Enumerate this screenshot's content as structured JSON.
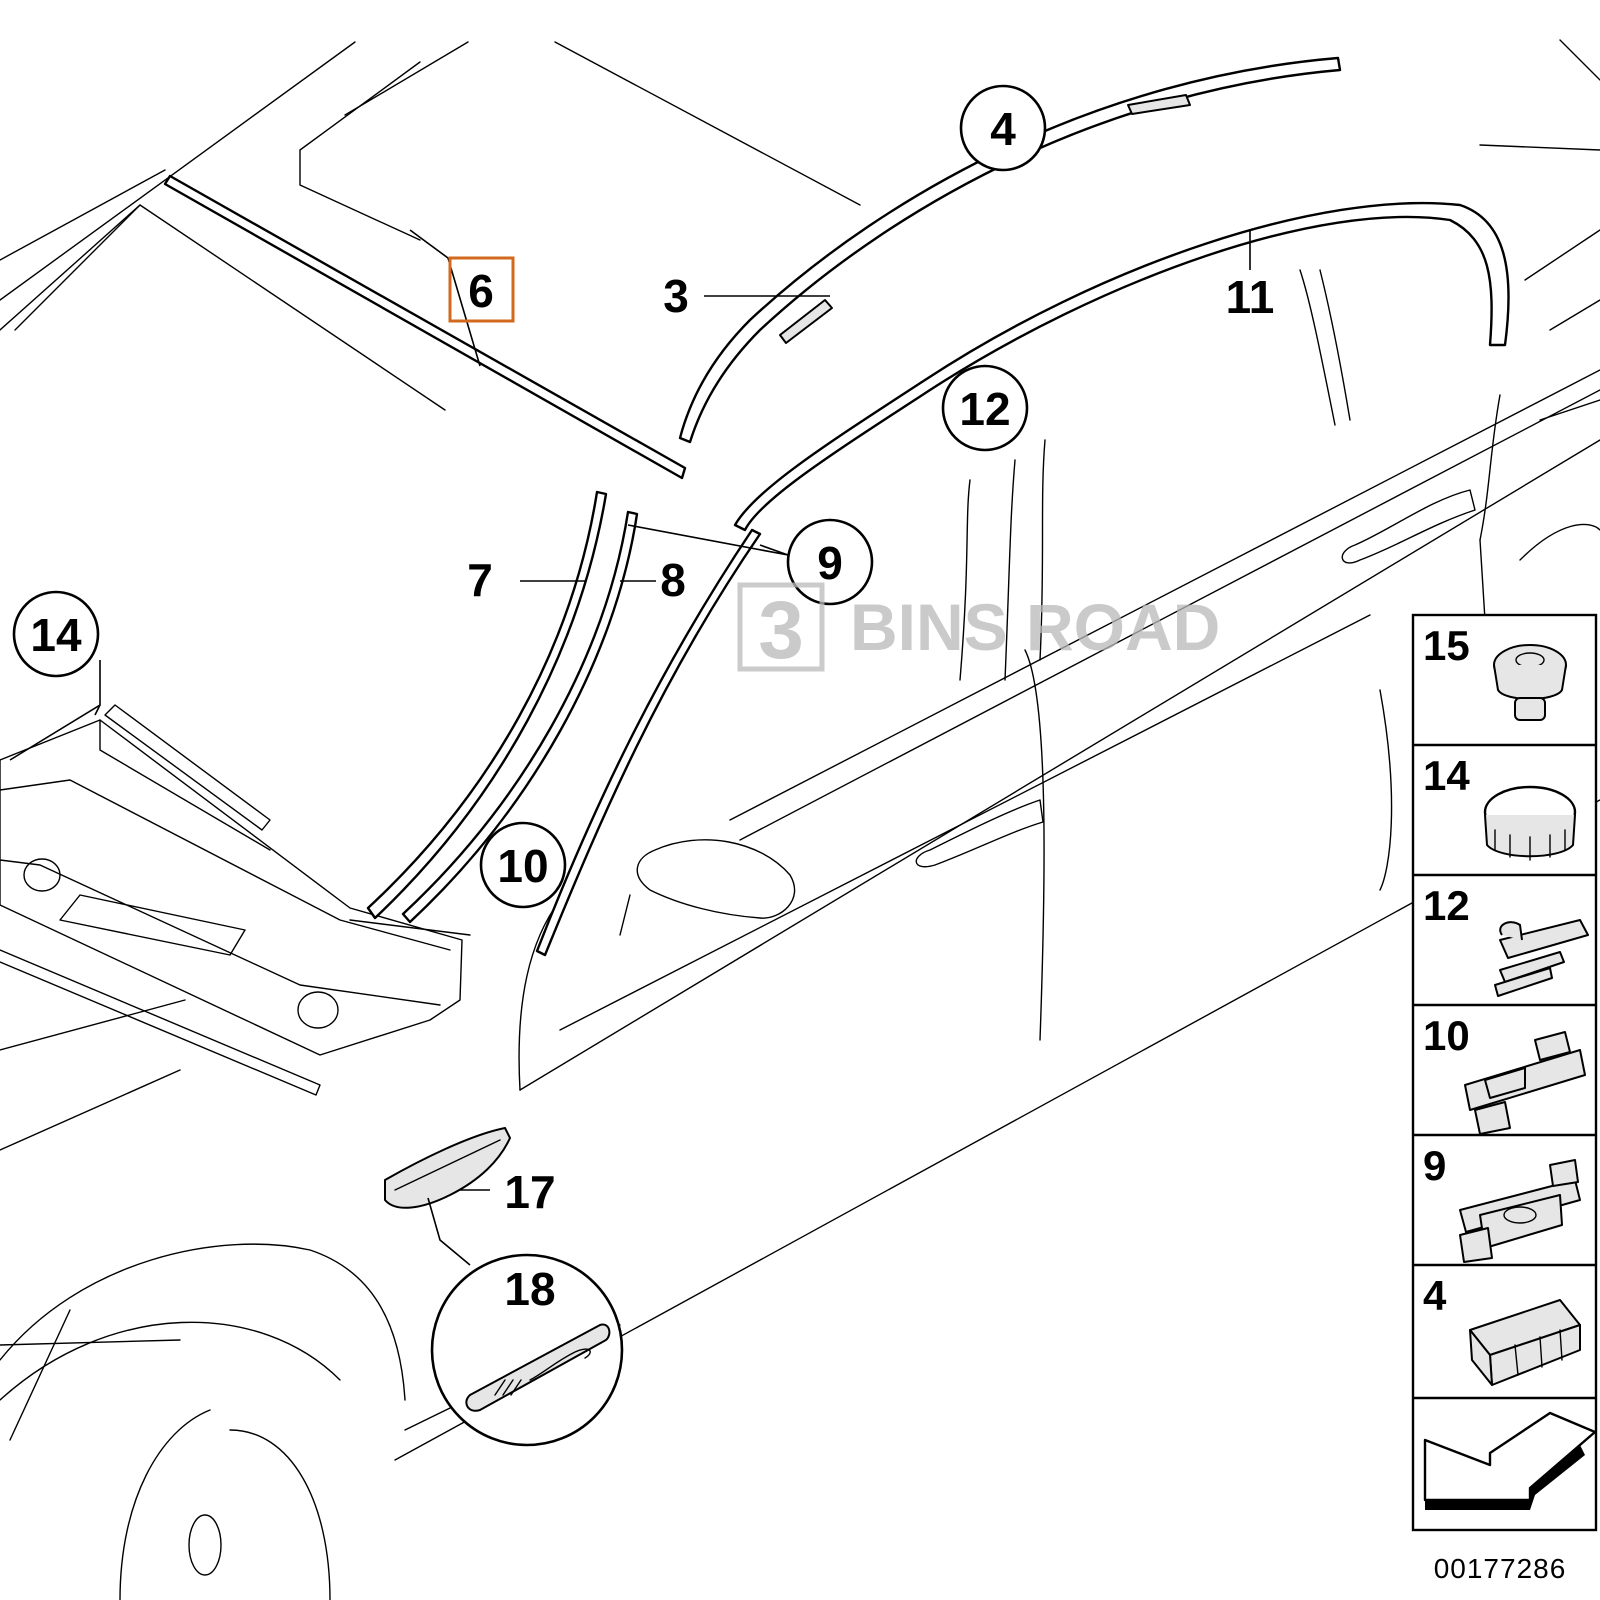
{
  "callouts": {
    "c3": "3",
    "c4": "4",
    "c6": "6",
    "c7": "7",
    "c8": "8",
    "c9": "9",
    "c10": "10",
    "c11": "11",
    "c12": "12",
    "c14": "14",
    "c17": "17",
    "c18": "18"
  },
  "highlight_color": "#d2691e",
  "legend": [
    {
      "label": "15",
      "icon": "expanding-rivet-icon"
    },
    {
      "label": "14",
      "icon": "clip-nut-icon"
    },
    {
      "label": "12",
      "icon": "trim-clip-icon"
    },
    {
      "label": "10",
      "icon": "bracket-clip-icon"
    },
    {
      "label": "9",
      "icon": "retainer-clip-icon"
    },
    {
      "label": "4",
      "icon": "moulding-clip-icon"
    }
  ],
  "watermark": {
    "mark": "3",
    "text": "BINS ROAD"
  },
  "reference_number": "00177286"
}
